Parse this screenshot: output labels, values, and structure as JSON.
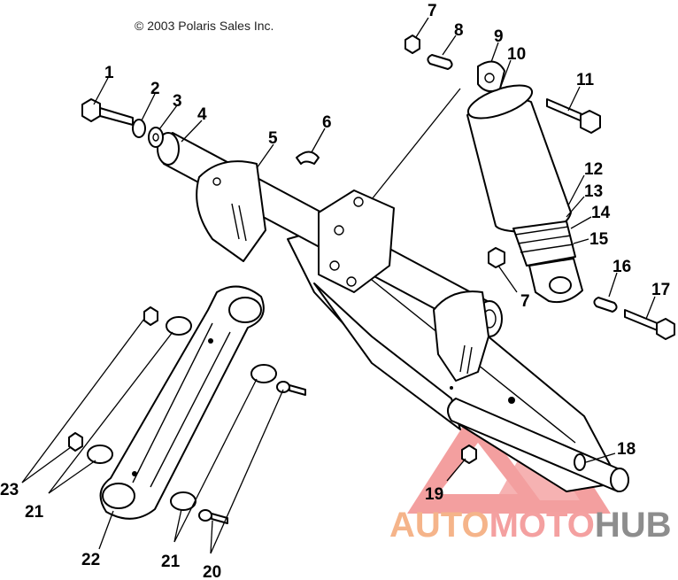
{
  "copyright": "© 2003 Polaris Sales Inc.",
  "callouts": [
    "1",
    "2",
    "3",
    "4",
    "5",
    "6",
    "7",
    "8",
    "9",
    "10",
    "11",
    "12",
    "13",
    "14",
    "15",
    "7",
    "16",
    "17",
    "18",
    "19",
    "20",
    "21",
    "21",
    "22",
    "23"
  ],
  "watermark": {
    "part1": "AUTO",
    "part2": "MOTO",
    "part3": "HUB",
    "colors": {
      "auto": "#f5b48a",
      "moto": "#f4a0a0",
      "hub": "#8d8d8d",
      "logo": "#f08080"
    }
  }
}
